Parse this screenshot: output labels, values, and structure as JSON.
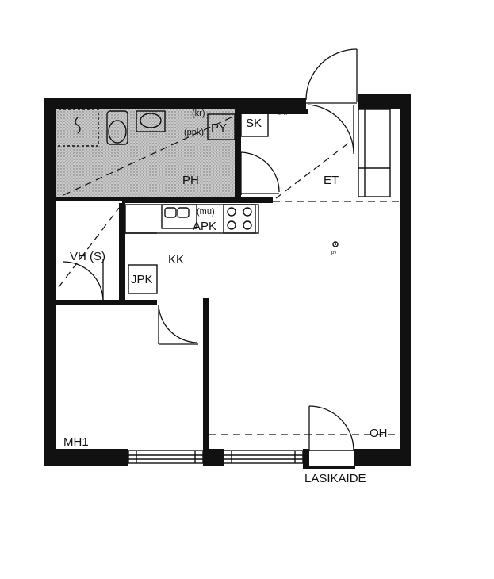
{
  "rooms": {
    "ph": "PH",
    "py": "PY",
    "sk": "SK",
    "et": "ET",
    "kk": "KK",
    "vh": "VH (S)",
    "jpk": "JPK",
    "apk": "APK",
    "oh": "OH",
    "mh1": "MH1"
  },
  "fixtures": {
    "kr": "(kr)",
    "ppk": "(ppk)",
    "mu": "(mu)",
    "spk": "SPK",
    "pv": "pv"
  },
  "balcony": {
    "label": "LASIKAIDE"
  },
  "colors": {
    "wall": "#111111",
    "bathroom_fill": "#b8b8b8"
  }
}
